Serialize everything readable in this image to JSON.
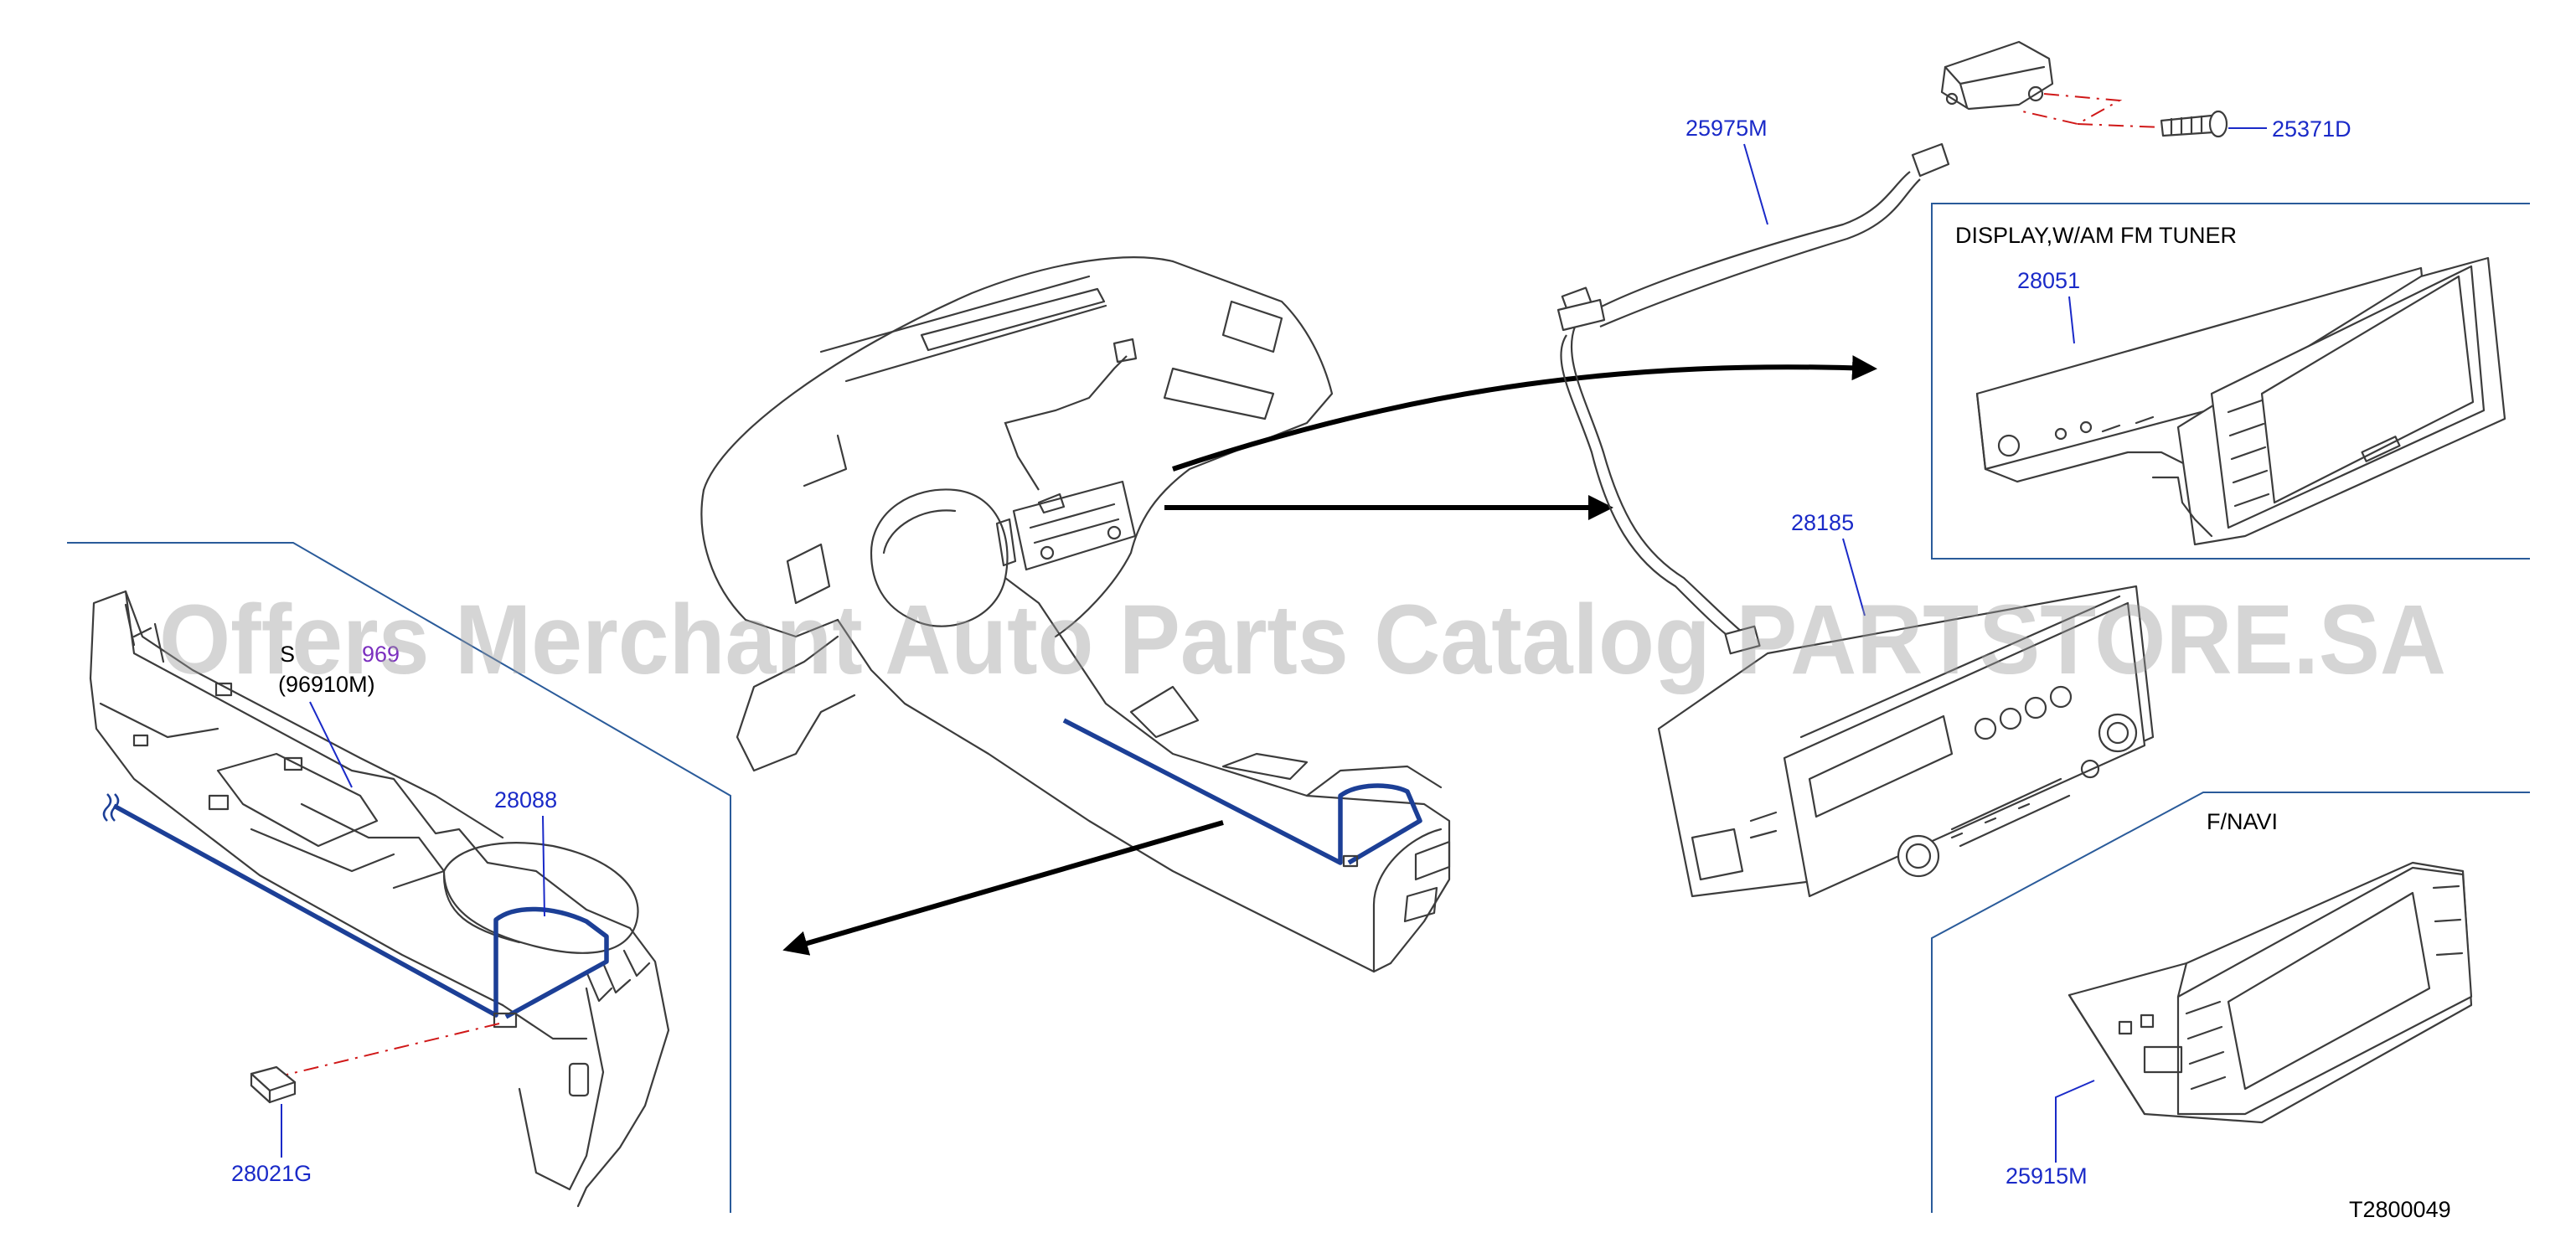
{
  "diagram_code": "T2800049",
  "watermark": "Offers Merchant Auto Parts Catalog PARTSTORE.SA",
  "sections": {
    "display_title": "DISPLAY,W/AM   FM   TUNER",
    "navi_title": "F/NAVI"
  },
  "parts": {
    "p25975M": "25975M",
    "p25371D": "25371D",
    "p28051": "28051",
    "p28185": "28185",
    "p28088": "28088",
    "p28021G": "28021G",
    "p25915M": "25915M",
    "sec_prefix": "S",
    "sec_number": "969",
    "sec_ref": "(96910M)"
  },
  "colors": {
    "label_blue": "#1a2ac8",
    "harness_blue": "#1c3f96",
    "frame_blue": "#2a5b9a",
    "dash_red": "#d01818",
    "section_purple": "#7b2fbf"
  }
}
